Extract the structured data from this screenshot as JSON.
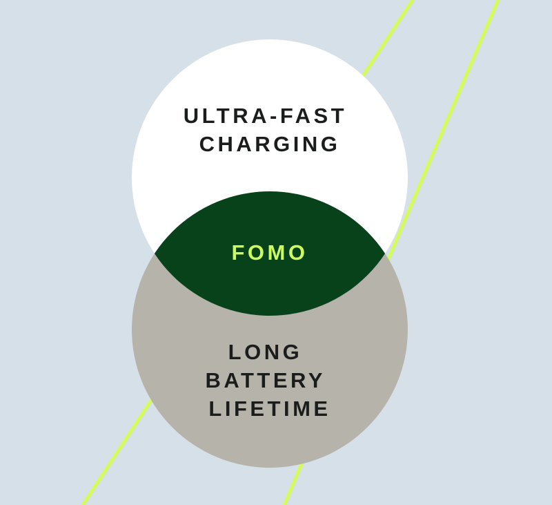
{
  "colors": {
    "background": "#d5e0e9",
    "accent_line": "#d4fb5a",
    "top_circle": "#ffffff",
    "bottom_circle": "#b6b3aa",
    "overlap": "#08421b",
    "label_dark": "#1b1d1c",
    "label_overlap": "#cdfa61"
  },
  "venn": {
    "top": {
      "lines": [
        "ULTRA-FAST",
        "CHARGING"
      ]
    },
    "bottom": {
      "lines": [
        "LONG",
        "BATTERY",
        "LIFETIME"
      ]
    },
    "overlap": {
      "label": "FOMO"
    }
  }
}
